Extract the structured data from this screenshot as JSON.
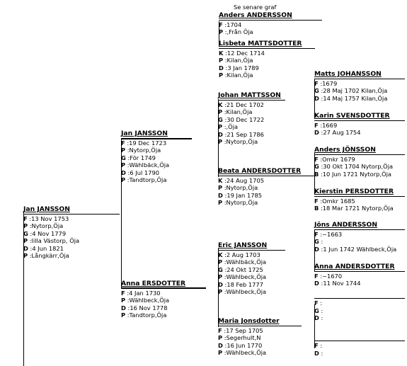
{
  "header": {
    "text": "Se senare graf"
  },
  "persons": {
    "p1": {
      "name": "Jan JANSSON",
      "facts": [
        [
          "F",
          ":13 Nov 1753"
        ],
        [
          "P",
          ":Nytorp,Öja"
        ],
        [
          "G",
          ":4 Nov 1779"
        ],
        [
          "P",
          ":lilla Västorp, Öja"
        ],
        [
          "D",
          ":4 Jun 1821"
        ],
        [
          "P",
          ":Långkärr,Öja"
        ]
      ]
    },
    "p2": {
      "name": "Jan JANSSON",
      "facts": [
        [
          "F",
          ":19 Dec 1723"
        ],
        [
          "P",
          ":Nytorp,Öja"
        ],
        [
          "G",
          ":För 1749"
        ],
        [
          "P",
          ":Wählbäck,Öja"
        ],
        [
          "D",
          ":6 Jul 1790"
        ],
        [
          "P",
          ":Tandtorp,Öja"
        ]
      ]
    },
    "p3": {
      "name": "Anna ERSDOTTER",
      "facts": [
        [
          "F",
          ":4 Jan 1730"
        ],
        [
          "P",
          ":Wählbeck,Öja"
        ],
        [
          "D",
          ":16 Nov 1778"
        ],
        [
          "P",
          ":Tandtorp,Öja"
        ]
      ]
    },
    "p4": {
      "name": "Johan MATTSSON",
      "facts": [
        [
          "K",
          ":21 Dec 1702"
        ],
        [
          "P",
          ":Kilan,Öja"
        ],
        [
          "G",
          ":30 Dec 1722"
        ],
        [
          "P",
          ":,Öja"
        ],
        [
          "D",
          ":21 Sep 1786"
        ],
        [
          "P",
          ":Nytorp,Öja"
        ]
      ]
    },
    "p5": {
      "name": "Beata ANDERSDOTTER",
      "facts": [
        [
          "K",
          ":24 Aug 1705"
        ],
        [
          "P",
          ":Nytorp,Öja"
        ],
        [
          "D",
          ":19 Jan 1785"
        ],
        [
          "P",
          ":Nytorp,Öja"
        ]
      ]
    },
    "p6": {
      "name": "Eric JANSSON",
      "facts": [
        [
          "K",
          ":2 Aug 1703"
        ],
        [
          "P",
          ":Wählbäck,Öja"
        ],
        [
          "G",
          ":24 Okt 1725"
        ],
        [
          "P",
          ":Wählbeck,Öja"
        ],
        [
          "D",
          ":18 Feb 1777"
        ],
        [
          "P",
          ":Wählbeck,Öja"
        ]
      ]
    },
    "p7": {
      "name": "Maria Jonsdotter",
      "facts": [
        [
          "F",
          ":17 Sep 1705"
        ],
        [
          "P",
          ":Segerhult,N"
        ],
        [
          "D",
          ":16 Jun 1770"
        ],
        [
          "P",
          ":Wählbeck,Öja"
        ]
      ]
    },
    "p8": {
      "name": "Anders ANDERSSON",
      "facts": [
        [
          "F",
          ":1704"
        ],
        [
          "P",
          ":,Från Öja"
        ]
      ]
    },
    "p9": {
      "name": "Lisbeta MATTSDOTTER",
      "facts": [
        [
          "K",
          ":12 Dec 1714"
        ],
        [
          "P",
          ":Kilan,Öja"
        ],
        [
          "D",
          ":3 Jan 1789"
        ],
        [
          "P",
          ":Kilan,Öja"
        ]
      ]
    },
    "p10": {
      "name": "Matts JOHANSSON",
      "facts": [
        [
          "F",
          ":1679"
        ],
        [
          "G",
          ":28 Maj 1702 Kilan,Öja"
        ],
        [
          "D",
          ":14 Maj 1757 Kilan,Öja"
        ]
      ]
    },
    "p11": {
      "name": "Karin SVENSDOTTER",
      "facts": [
        [
          "F",
          ":1669"
        ],
        [
          "D",
          ":27 Aug 1754"
        ]
      ]
    },
    "p12": {
      "name": "Anders JÖNSSON",
      "facts": [
        [
          "F",
          ":Omkr 1679"
        ],
        [
          "G",
          ":30 Okt 1704 Nytorp,Öja"
        ],
        [
          "B",
          ":10 Jun 1721 Nytorp,Öja"
        ]
      ]
    },
    "p13": {
      "name": "Kierstin PERSDOTTER",
      "facts": [
        [
          "F",
          ":Omkr 1685"
        ],
        [
          "B",
          ":18 Mar 1721 Nytorp,Öja"
        ]
      ]
    },
    "p14": {
      "name": "Jöns ANDERSSON",
      "facts": [
        [
          "F",
          ":~1663"
        ],
        [
          "G",
          ":"
        ],
        [
          "D",
          ":1 Jun 1742 Wählbeck,Öja"
        ]
      ]
    },
    "p15": {
      "name": "Anna ANDERSDOTTER",
      "facts": [
        [
          "F",
          ":~1670"
        ],
        [
          "D",
          ":11 Nov 1744"
        ]
      ]
    },
    "p16": {
      "name": "",
      "facts": [
        [
          "F",
          ":"
        ],
        [
          "G",
          ":"
        ],
        [
          "D",
          ":"
        ]
      ]
    },
    "p17": {
      "name": "",
      "facts": [
        [
          "F",
          ":"
        ],
        [
          "D",
          ":"
        ]
      ]
    }
  }
}
